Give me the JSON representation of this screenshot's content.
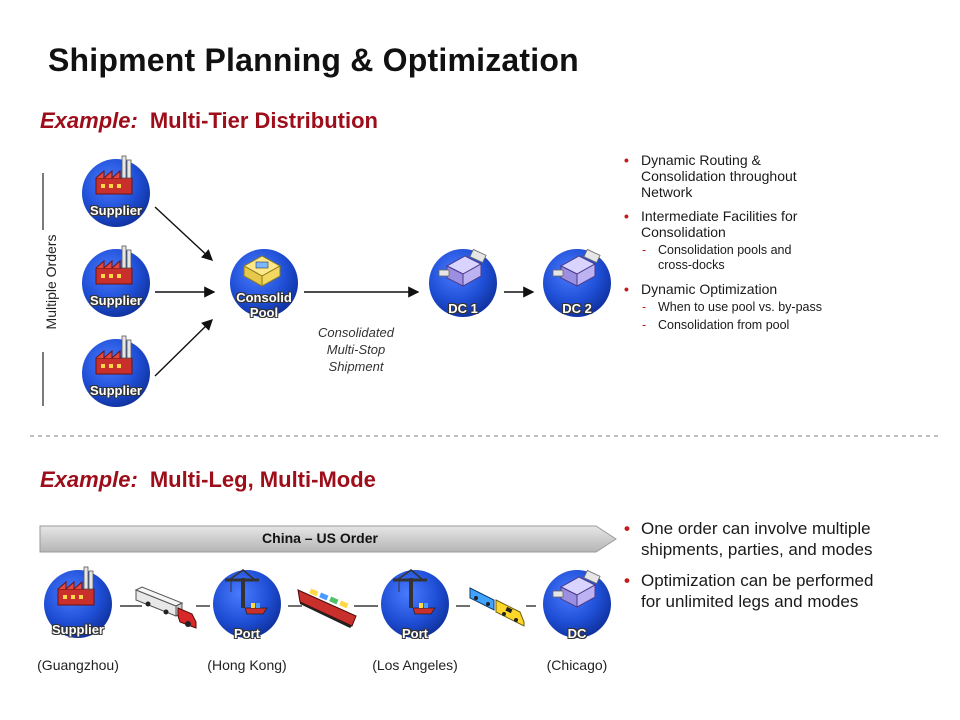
{
  "page_title": "Shipment Planning & Optimization",
  "example1": {
    "lead": "Example:",
    "name": "Multi-Tier Distribution",
    "vertical_label": "Multiple Orders",
    "suppliers": [
      "Supplier",
      "Supplier",
      "Supplier"
    ],
    "pool_label_line1": "Consolid",
    "pool_label_line2": "Pool",
    "dc1": "DC 1",
    "dc2": "DC 2",
    "shipment_note": [
      "Consolidated",
      "Multi-Stop",
      "Shipment"
    ],
    "bullets": [
      {
        "text": "Dynamic Routing & Consolidation throughout Network",
        "subs": []
      },
      {
        "text": "Intermediate Facilities for Consolidation",
        "subs": [
          "Consolidation pools and cross-docks"
        ]
      },
      {
        "text": "Dynamic Optimization",
        "subs": [
          "When to use pool vs. by-pass",
          "Consolidation from pool"
        ]
      }
    ]
  },
  "example2": {
    "lead": "Example:",
    "name": "Multi-Leg, Multi-Mode",
    "order_banner": "China – US Order",
    "nodes": [
      "Supplier",
      "Port",
      "Port",
      "DC"
    ],
    "locations": [
      "(Guangzhou)",
      "(Hong Kong)",
      "(Los Angeles)",
      "(Chicago)"
    ],
    "bullets": [
      "One order can involve multiple shipments, parties, and modes",
      "Optimization can be performed for unlimited legs and modes"
    ]
  },
  "colors": {
    "title_red": "#9e0d1a",
    "node_blue": "#1f4fd6",
    "bullet_red": "#c41a1a",
    "banner_gray": "#c8c8c8"
  },
  "icons": [
    "factory-icon",
    "warehouse-icon",
    "distribution-center-icon",
    "port-crane-icon",
    "truck-icon",
    "ship-icon",
    "train-icon"
  ]
}
